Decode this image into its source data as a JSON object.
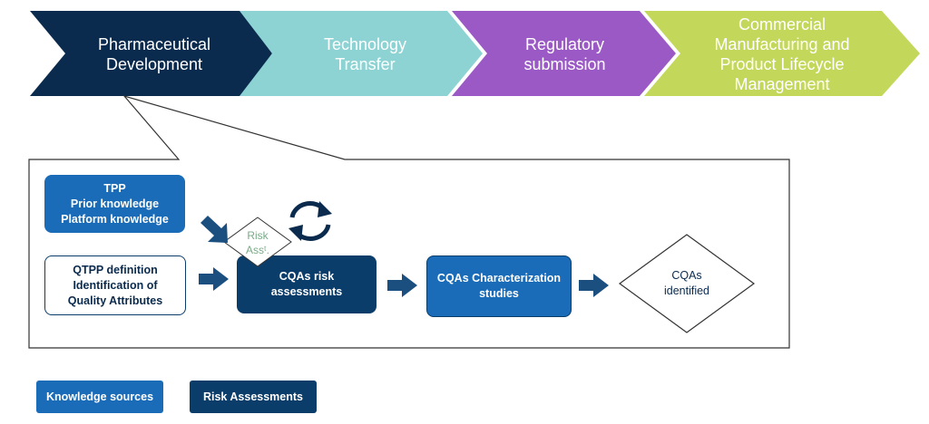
{
  "process_stages": [
    {
      "label": "Pharmaceutical\nDevelopment",
      "color": "#0b2b4e",
      "text_color": "#ffffff"
    },
    {
      "label": "Technology\nTransfer",
      "color": "#8dd3d4",
      "text_color": "#ffffff"
    },
    {
      "label": "Regulatory\nsubmission",
      "color": "#9b59c6",
      "text_color": "#ffffff"
    },
    {
      "label": "Commercial\nManufacturing and\nProduct Lifecycle\nManagement",
      "color": "#c3d85a",
      "text_color": "#ffffff"
    }
  ],
  "workflow": {
    "tpp_box": "TPP\nPrior knowledge\nPlatform knowledge",
    "qtpp_box": "QTPP definition\nIdentification of\nQuality Attributes",
    "risk_diamond": "Risk\nAssᵗ.",
    "cqa_risk_box": "CQAs risk\nassessments",
    "characterization_box": "CQAs Characterization\nstudies",
    "identified_diamond": "CQAs\nidentified"
  },
  "legend": {
    "knowledge_sources": "Knowledge sources",
    "risk_assessments": "Risk Assessments"
  },
  "colors": {
    "knowledge_blue": "#1a6bb8",
    "risk_navy": "#0b3d6b",
    "arrow_blue": "#1a4f80",
    "diamond_text_green": "#7aab88"
  }
}
